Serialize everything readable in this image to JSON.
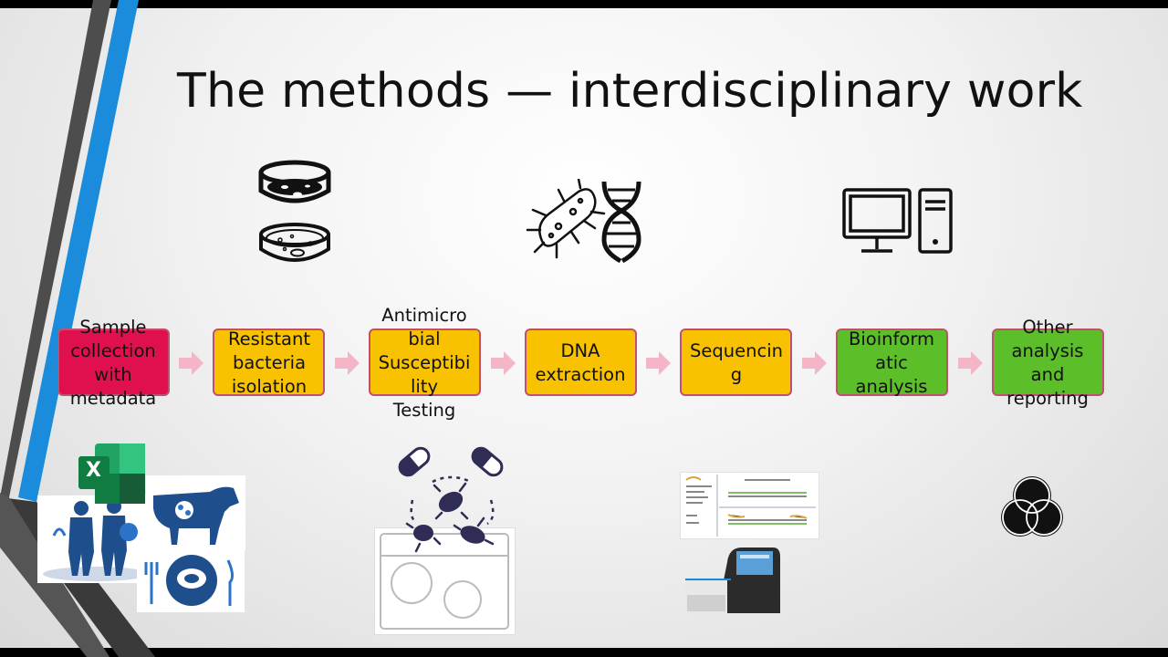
{
  "slide": {
    "title": "The methods — interdisciplinary work"
  },
  "process": {
    "steps": [
      {
        "label": "Sample\ncollection\nwith\nmetadata",
        "color": "#e0104f"
      },
      {
        "label": "Resistant\nbacteria\nisolation",
        "color": "#f8c200"
      },
      {
        "label": "Antimicro\nbial\nSusceptibi\nlity\nTesting",
        "color": "#f8c200"
      },
      {
        "label": "DNA\nextraction",
        "color": "#f8c200"
      },
      {
        "label": "Sequencin\ng",
        "color": "#f8c200"
      },
      {
        "label": "Bioinform\natic\nanalysis",
        "color": "#5cbf2a"
      },
      {
        "label": "Other\nanalysis\nand\nreporting",
        "color": "#5cbf2a"
      }
    ],
    "arrow_color": "#f4b6c6"
  },
  "icons": {
    "petri": "petri-dish-icon",
    "dna": "bacteria-dna-icon",
    "computer": "computer-icon",
    "venn": "venn-diagram-icon",
    "excel": "excel-icon",
    "cow": "cow-icon",
    "food": "food-plate-icon",
    "people": "people-icon",
    "pills": "capsule-bacteria-icon",
    "sequencer": "sequencer-machine-image"
  },
  "excel_letter": "X"
}
